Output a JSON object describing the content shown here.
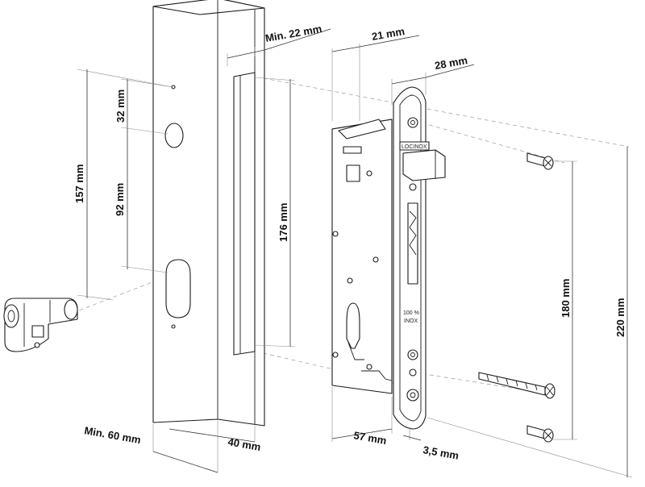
{
  "labels": {
    "min_22": "Min. 22 mm",
    "d21": "21 mm",
    "d28": "28 mm",
    "d32": "32 mm",
    "d157": "157 mm",
    "d92": "92 mm",
    "d176": "176 mm",
    "d180": "180 mm",
    "d220": "220 mm",
    "min_60": "Min. 60 mm",
    "d40": "40 mm",
    "d57": "57 mm",
    "d35": "3,5 mm"
  },
  "plate": {
    "text_100": "100 %",
    "text_inox": "INOX",
    "brand": "LOCINOX"
  }
}
